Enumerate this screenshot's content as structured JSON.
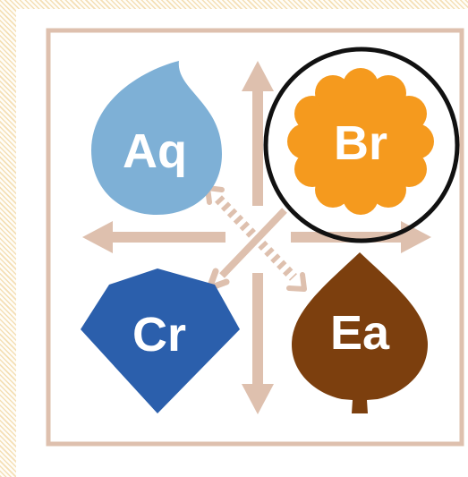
{
  "diagram": {
    "quadrants": [
      {
        "id": "aq",
        "label": "Aq",
        "shape": "droplet-icon",
        "color": "#7eb0d6"
      },
      {
        "id": "br",
        "label": "Br",
        "shape": "flower-icon",
        "color": "#f59a1e",
        "highlighted": true
      },
      {
        "id": "cr",
        "label": "Cr",
        "shape": "gem-icon",
        "color": "#2b5fac"
      },
      {
        "id": "ea",
        "label": "Ea",
        "shape": "leaf-icon",
        "color": "#7c3f0e"
      }
    ],
    "colors": {
      "frame": "#dec0ae",
      "arrow": "#dec0ae",
      "highlight_ring": "#111111",
      "pattern": "#f4dfb5"
    }
  }
}
